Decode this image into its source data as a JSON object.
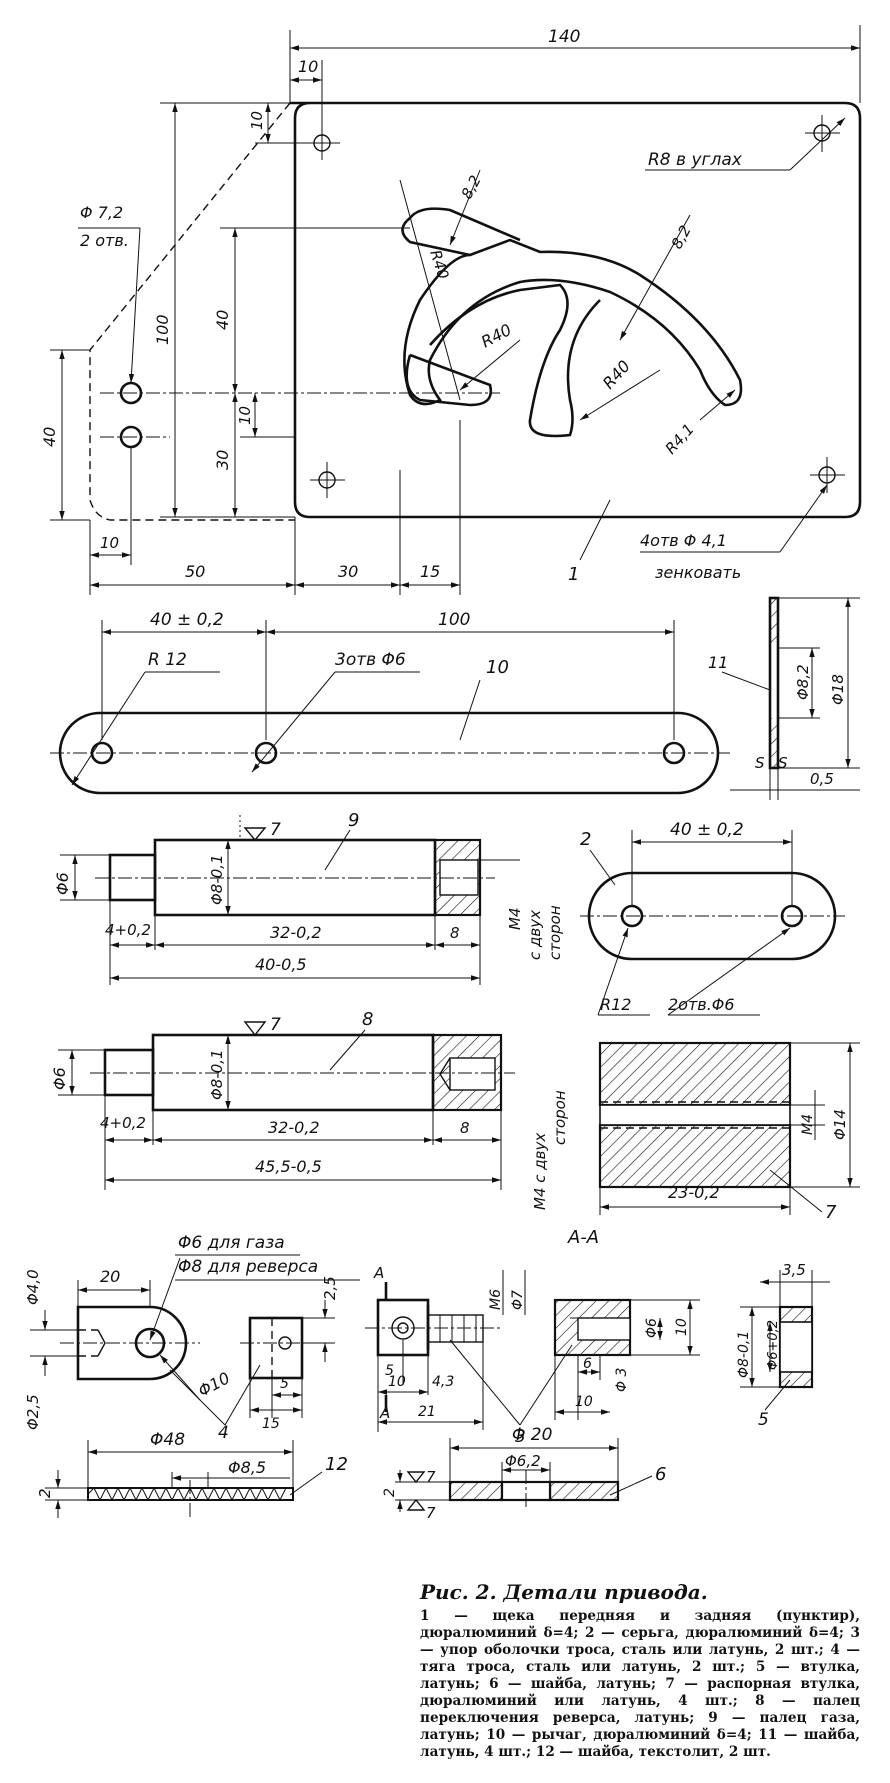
{
  "part_labels": {
    "p1": "1",
    "p2": "2",
    "p3": "3",
    "p4": "4",
    "p5": "5",
    "p6": "6",
    "p7": "7",
    "p8": "8",
    "p9": "9",
    "p10": "10",
    "p11": "11",
    "p12": "12"
  },
  "part1": {
    "overall_width": "140",
    "d10_top": "10",
    "d10_left": "10",
    "height_100": "100",
    "hole_spec_a": "Φ 7,2",
    "hole_spec_b": "2 отв.",
    "d40_left": "40",
    "d40_inner": "40",
    "d10_inner": "10",
    "d30_inner": "30",
    "d10_bottom": "10",
    "d50": "50",
    "d30_bottom": "30",
    "d15": "15",
    "corner_radius": "R8 в углах",
    "slot_width_a": "8,2",
    "slot_width_b": "8,2",
    "r40_a": "R40",
    "r40_b": "R40",
    "r40_c": "R40",
    "r4_1": "R4,1",
    "holes_a": "4отв Φ 4,1",
    "holes_b": "зенковать"
  },
  "part10": {
    "d40": "40 ± 0,2",
    "d100": "100",
    "r12": "R 12",
    "holes": "3отв Φ6"
  },
  "part11": {
    "d82": "Φ8,2",
    "d18": "Φ18",
    "s1": "S",
    "s2": "S",
    "t05": "0,5"
  },
  "part9": {
    "d6": "Φ6",
    "rough": "7",
    "d8": "Φ8-0,1",
    "d4": "4+0,2",
    "d32": "32-0,2",
    "d8b": "8",
    "d40": "40-0,5",
    "thread_a": "M4",
    "thread_b": "с двух",
    "thread_c": "сторон"
  },
  "part2": {
    "d40": "40 ± 0,2",
    "r12": "R12",
    "holes": "2отв.Φ6"
  },
  "part8": {
    "d6": "Φ6",
    "rough": "7",
    "d8": "Φ8-0,1",
    "d4": "4+0,2",
    "d32": "32-0,2",
    "d8b": "8",
    "d45": "45,5-0,5",
    "thread_a": "M4 с двух",
    "thread_b": "сторон"
  },
  "part7": {
    "m4": "M4",
    "d14": "Φ14",
    "d23": "23-0,2"
  },
  "part4": {
    "note_a": "Φ6 для газа",
    "note_b": "Φ8 для реверса",
    "d40": "Φ4,0",
    "d20": "20",
    "d25": "Φ2,5",
    "d10": "Φ10",
    "side_25": "2,5",
    "side_5": "5",
    "side_15": "15"
  },
  "part3": {
    "section": "А-А",
    "cut_a": "А",
    "cut_b": "А",
    "m6": "M6",
    "d7": "Φ7",
    "d6": "Φ6",
    "d10v": "10",
    "d6h": "6",
    "d3": "Φ 3",
    "d10h": "10",
    "d5": "5",
    "d10a": "10",
    "d43": "4,3",
    "d21": "21"
  },
  "part5": {
    "d35": "3,5",
    "d8": "Φ8-0,1",
    "d6": "Φ6+0,2"
  },
  "part12": {
    "d48": "Φ48",
    "d85": "Φ8,5",
    "t2": "2"
  },
  "part6": {
    "d20": "Φ 20",
    "d62": "Φ6,2",
    "t2": "2",
    "rough": "7"
  },
  "caption": {
    "title": "Рис. 2. Детали привода.",
    "body": "1 — щека передняя и задняя (пунктир), дюралюминий δ=4; 2 — серьга, дюралюминий δ=4; 3 — упор оболочки троса, сталь или латунь, 2 шт.; 4 — тяга троса, сталь или латунь, 2 шт.; 5 — втулка, латунь; 6 — шайба, латунь; 7 — распорная втулка, дюралюминий или латунь, 4 шт.; 8 — палец переключения реверса, латунь; 9 — палец газа, латунь; 10 — рычаг, дюралюминий δ=4; 11 — шайба, латунь, 4 шт.; 12 — шайба, текстолит, 2 шт."
  }
}
